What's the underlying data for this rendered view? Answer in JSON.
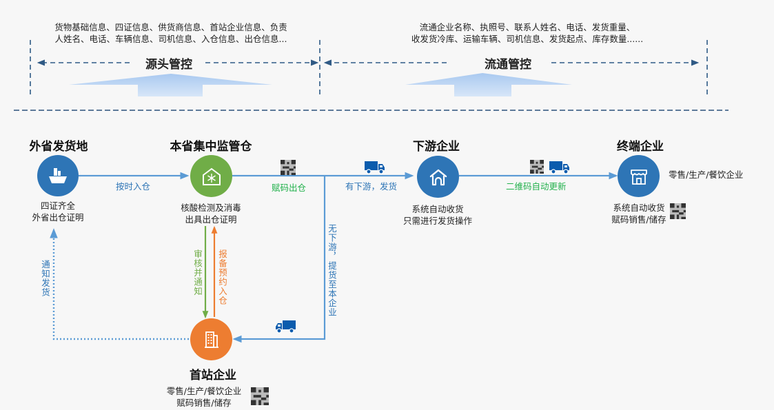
{
  "colors": {
    "blue_node": "#2e75b6",
    "green_node": "#70ad47",
    "orange_node": "#ed7d31",
    "flow_line": "#5b9bd5",
    "green_text": "#22b14c",
    "blue_text": "#2e75b6",
    "orange_text": "#ed7d31",
    "dash_dark": "#2f5a85",
    "truck": "#0b5cad"
  },
  "top_sections": [
    {
      "title": "源头管控",
      "info_lines": [
        "货物基础信息、四证信息、供货商信息、首站企业信息、负责",
        "人姓名、电话、车辆信息、司机信息、入仓信息、出仓信息..."
      ]
    },
    {
      "title": "流通管控",
      "info_lines": [
        "流通企业名称、执照号、联系人姓名、电话、发货重量、",
        "收发货冷库、运输车辆、司机信息、发货起点、库存数量......"
      ]
    }
  ],
  "nodes": {
    "origin": {
      "title": "外省发货地",
      "icon": "ship-icon",
      "desc": [
        "四证齐全",
        "外省出仓证明"
      ]
    },
    "warehouse": {
      "title": "本省集中监管仓",
      "icon": "cold-storage-icon",
      "desc": [
        "核酸检测及消毒",
        "出具出仓证明"
      ]
    },
    "downstream": {
      "title": "下游企业",
      "icon": "house-icon",
      "desc": [
        "系统自动收货",
        "只需进行发货操作"
      ]
    },
    "terminal": {
      "title": "终端企业",
      "icon": "store-icon",
      "side_note": "零售/生产/餐饮企业",
      "desc": [
        "系统自动收货",
        "赋码销售/储存"
      ]
    },
    "first_station": {
      "title": "首站企业",
      "icon": "building-icon",
      "desc": [
        "零售/生产/餐饮企业",
        "赋码销售/储存"
      ]
    }
  },
  "edges": {
    "on_time_in": "按时入仓",
    "coded_out": "赋码出仓",
    "has_downstream": "有下游，发货",
    "qr_auto_update": "二维码自动更新",
    "no_downstream": "无下游，提货至本企业",
    "review_notify": "审核并通知",
    "report_reserve": "报备预约入仓",
    "notify_ship": "通知发货"
  }
}
